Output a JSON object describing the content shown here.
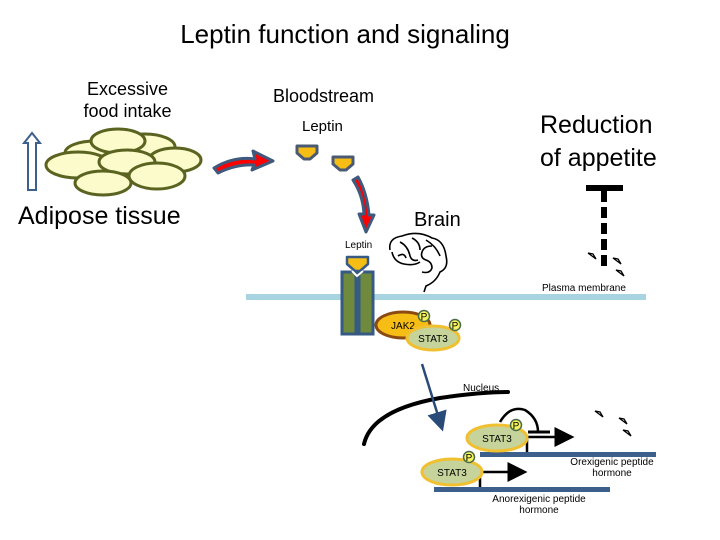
{
  "title": "Leptin function and signaling",
  "labels": {
    "excessive_food_intake": "Excessive\nfood intake",
    "adipose_tissue": "Adipose tissue",
    "bloodstream": "Bloodstream",
    "leptin_bloodstream": "Leptin",
    "reduction_of_appetite": "Reduction\nof appetite",
    "brain": "Brain",
    "leptin_receptor": "Leptin",
    "plasma_membrane": "Plasma membrane",
    "nucleus": "Nucleus",
    "orexigenic": "Orexigenic peptide\nhormone",
    "anorexigenic": "Anorexigenic peptide\nhormone"
  },
  "molecules": {
    "jak2": "JAK2",
    "stat3": "STAT3",
    "phosphate": "P"
  },
  "colors": {
    "adipocyte_fill": "#fbfbcc",
    "adipocyte_stroke": "#5a6320",
    "arrow_red": "#ff0000",
    "arrow_outline": "#3f5a7d",
    "leptin_fill": "#f6be15",
    "receptor_fill": "#6f8a3c",
    "receptor_stroke": "#365a84",
    "membrane": "#a8d4e2",
    "jak2_fill": "#f6be15",
    "jak2_stroke": "#8b4a12",
    "stat3_fill": "#c6d39a",
    "stat3_stroke": "#f0c030",
    "phosphate_fill": "#f5f560",
    "phosphate_stroke": "#4a6b4a",
    "dna": "#3d5f8c"
  }
}
